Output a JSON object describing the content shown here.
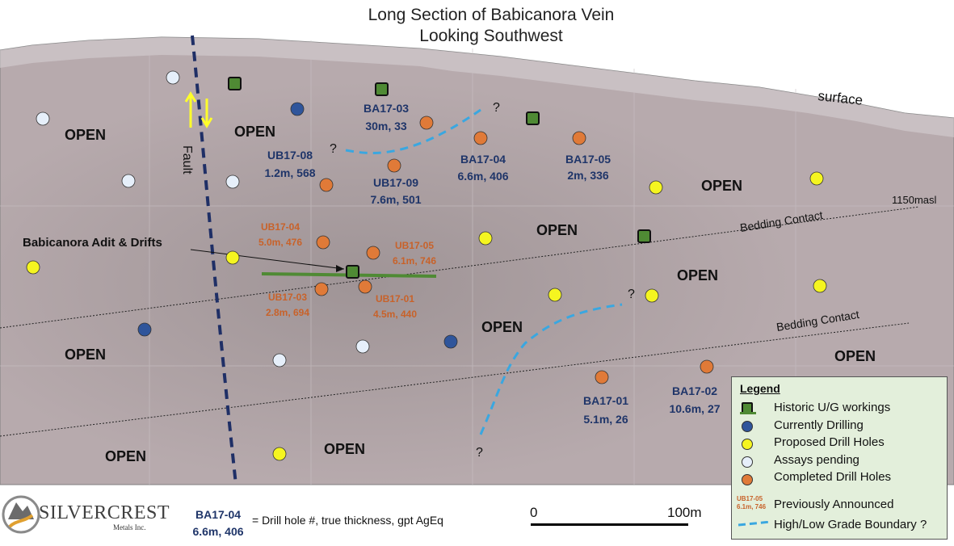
{
  "title": {
    "line1": "Long Section of Babicanora Vein",
    "line2": "Looking Southwest"
  },
  "labels": {
    "surface": "surface",
    "fault": "Fault",
    "bedding1": "Bedding Contact",
    "bedding2": "Bedding Contact",
    "masl": "1150masl",
    "adit": "Babicanora Adit & Drifts",
    "open": "OPEN",
    "question": "?"
  },
  "holes": [
    {
      "id": "BA17-03",
      "result": "30m, 33"
    },
    {
      "id": "UB17-08",
      "result": "1.2m, 568"
    },
    {
      "id": "UB17-09",
      "result": "7.6m, 501"
    },
    {
      "id": "BA17-04",
      "result": "6.6m, 406"
    },
    {
      "id": "BA17-05",
      "result": "2m, 336"
    },
    {
      "id": "UB17-04",
      "result": "5.0m, 476"
    },
    {
      "id": "UB17-05",
      "result": "6.1m, 746"
    },
    {
      "id": "UB17-03",
      "result": "2.8m, 694"
    },
    {
      "id": "UB17-01",
      "result": "4.5m, 440"
    },
    {
      "id": "BA17-01",
      "result": "5.1m, 26"
    },
    {
      "id": "BA17-02",
      "result": "10.6m, 27"
    }
  ],
  "legend": {
    "title": "Legend",
    "items": [
      "Historic U/G workings",
      "Currently Drilling",
      "Proposed Drill Holes",
      "Assays pending",
      "Completed Drill Holes",
      "Previously Announced",
      "High/Low Grade Boundary ?"
    ],
    "sample_id": "UB17-05",
    "sample_result": "6.1m, 746"
  },
  "key": {
    "id": "BA17-04",
    "result": "6.6m, 406",
    "desc": "= Drill hole #, true thickness, gpt AgEq"
  },
  "scale": {
    "start": "0",
    "end": "100m"
  },
  "logo": {
    "name": "SILVERCREST",
    "sub": "Metals Inc."
  },
  "colors": {
    "section_fill": "#b7aaad",
    "current": "#2f559b",
    "proposed": "#f5f520",
    "pending": "#e6effa",
    "completed": "#e07a38",
    "historic": "#4f8a34",
    "boundary": "#3aa7e0",
    "label_blue": "#1f3569",
    "label_orange": "#c8622a"
  }
}
